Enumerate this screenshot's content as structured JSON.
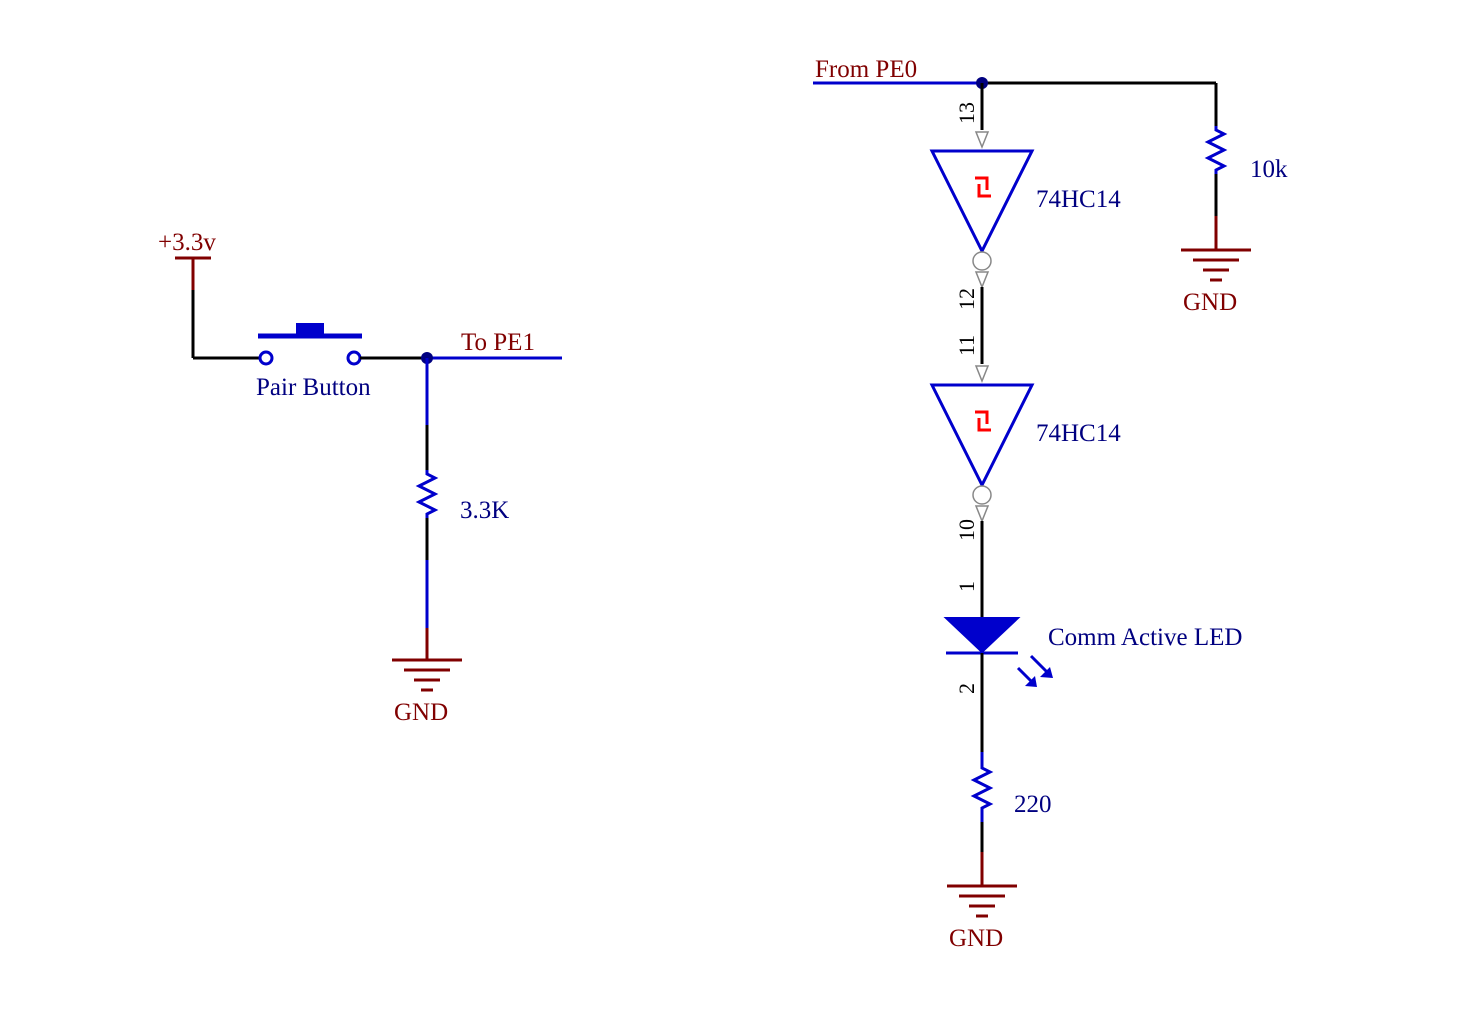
{
  "colors": {
    "wire_blue": "#0000cc",
    "wire_black": "#000000",
    "power_red": "#800000",
    "label_blue": "#000080",
    "schmitt_red": "#ff0000",
    "junction": "#000080",
    "background": "#ffffff"
  },
  "left_circuit": {
    "power_label": "+3.3v",
    "switch_label": "Pair Button",
    "net_label": "To PE1",
    "resistor_value": "3.3K",
    "ground_label": "GND"
  },
  "right_circuit": {
    "net_label": "From PE0",
    "pullup_value": "10k",
    "pullup_ground_label": "GND",
    "inverter1": {
      "part": "74HC14",
      "pin_in": "13",
      "pin_out": "12"
    },
    "inverter2": {
      "part": "74HC14",
      "pin_in": "11",
      "pin_out": "10"
    },
    "led": {
      "label": "Comm Active LED",
      "pin_anode": "1",
      "pin_cathode": "2"
    },
    "series_resistor_value": "220",
    "ground_label": "GND"
  }
}
